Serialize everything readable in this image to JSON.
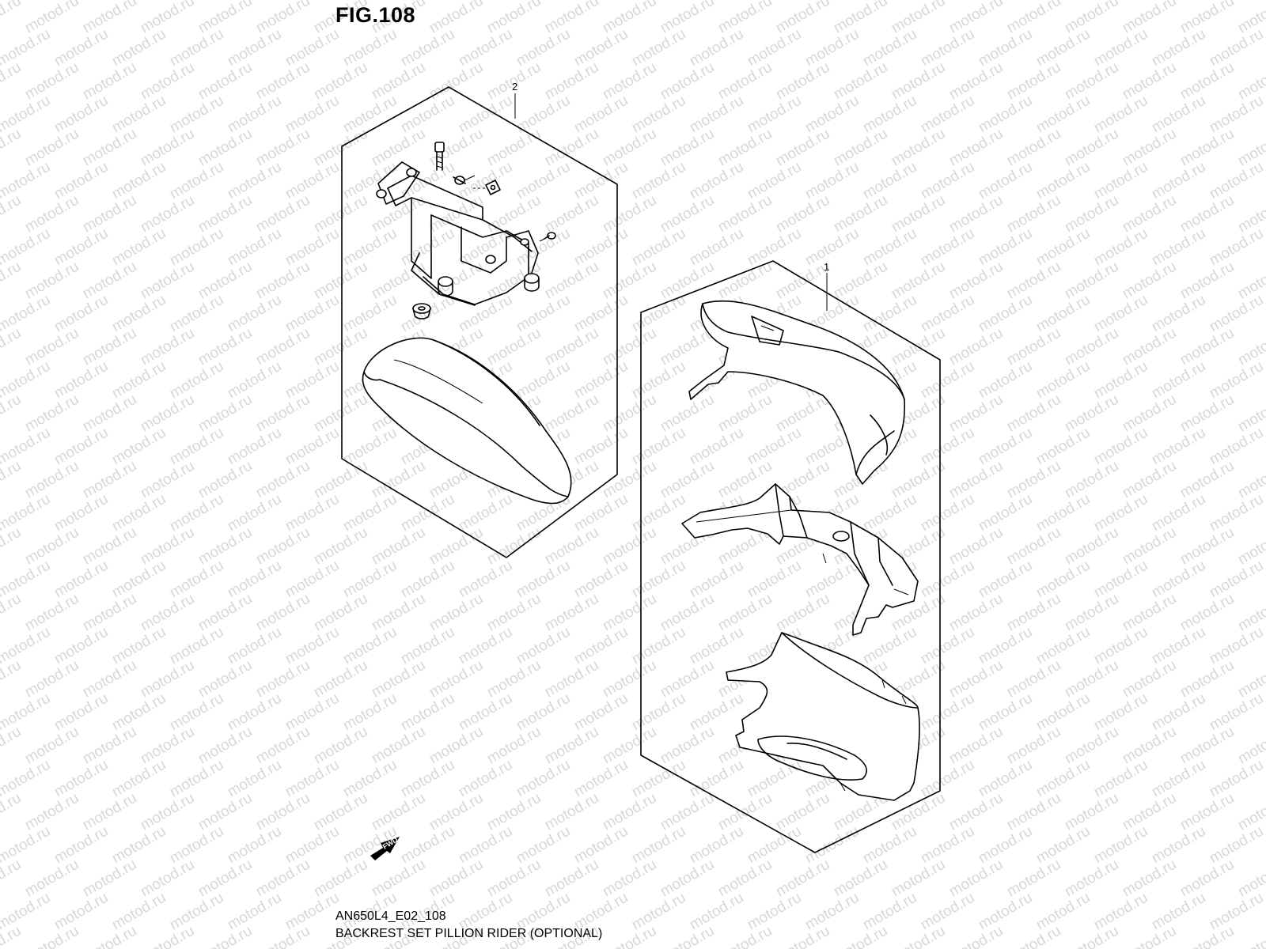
{
  "figure": {
    "title": "FIG.108",
    "code": "AN650L4_E02_108",
    "caption": "BACKREST SET PILLION RIDER (OPTIONAL)",
    "watermark": "motod.ru"
  },
  "callouts": [
    {
      "number": "2",
      "part": "backrest-bracket-and-pad-set"
    },
    {
      "number": "1",
      "part": "rear-carrier-cover-set"
    }
  ],
  "direction_indicator": {
    "label": "FWD",
    "icon": "fwd-arrow-icon"
  },
  "colors": {
    "line": "#000000",
    "background": "#ffffff",
    "watermark": "#d7d7d7"
  }
}
